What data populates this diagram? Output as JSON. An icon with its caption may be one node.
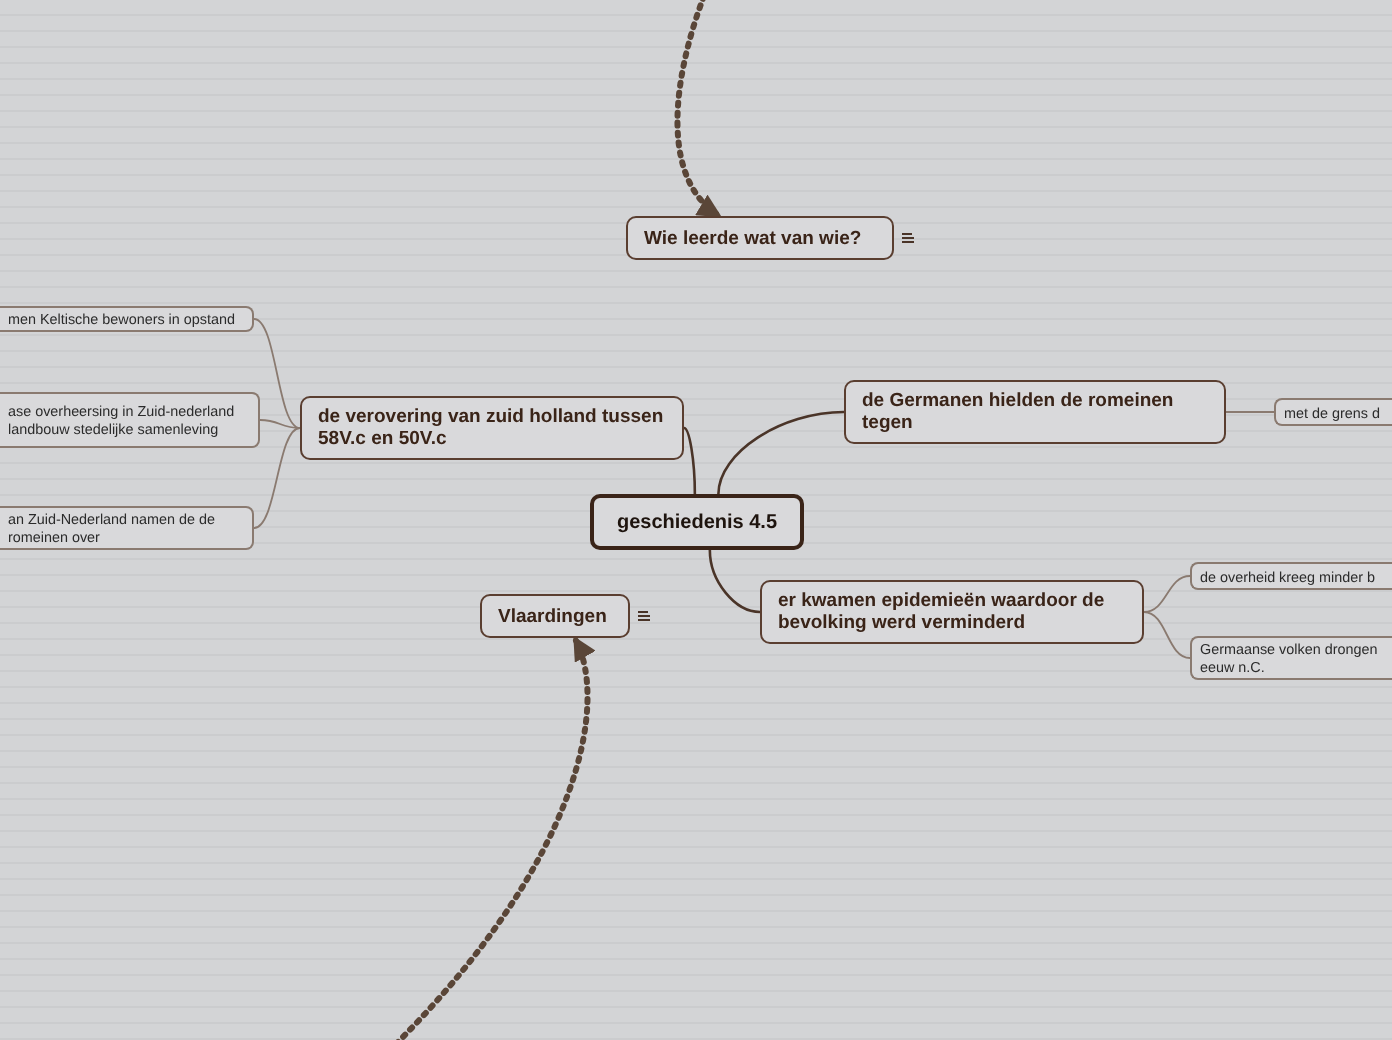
{
  "diagram": {
    "nodes": [
      {
        "text": [
          "geschiedenis 4.5"
        ]
      },
      {
        "text": [
          "de verovering van zuid holland tussen 58V.c en 50V.c"
        ]
      },
      {
        "text": [
          "de Germanen hielden de romeinen tegen"
        ]
      },
      {
        "text": [
          "er kwamen epidemieën waardoor de bevolking werd verminderd"
        ]
      },
      {
        "text": [
          "Wie leerde wat van wie?"
        ]
      },
      {
        "text": [
          "Vlaardingen"
        ]
      },
      {
        "text": [
          "men Keltische bewoners in opstand"
        ]
      },
      {
        "text": [
          "ase overheersing in Zuid-nederland landbouw stedelijke samenleving"
        ]
      },
      {
        "text": [
          "an Zuid-Nederland namen de de romeinen over"
        ]
      },
      {
        "text": [
          "met de grens d"
        ]
      },
      {
        "text": [
          "de overheid kreeg minder b"
        ]
      },
      {
        "text": [
          "Germaanse volken drongen eeuw n.C."
        ]
      }
    ],
    "edges": [
      {
        "from": 0,
        "to": 1,
        "arrow": "none",
        "color": "#4a3428"
      },
      {
        "from": 0,
        "to": 2,
        "arrow": "none",
        "color": "#4a3428"
      },
      {
        "from": 0,
        "to": 3,
        "arrow": "none",
        "color": "#4a3428"
      },
      {
        "from": 1,
        "to": 6,
        "arrow": "none"
      },
      {
        "from": 1,
        "to": 7,
        "arrow": "none"
      },
      {
        "from": 1,
        "to": 8,
        "arrow": "none"
      },
      {
        "from": 2,
        "to": 9,
        "arrow": "none"
      },
      {
        "from": 3,
        "to": 10,
        "arrow": "none"
      },
      {
        "from": 3,
        "to": 11,
        "arrow": "none"
      },
      {
        "from": null,
        "to": 4,
        "arrow": "to",
        "style": "dashed",
        "color": "#5a4638"
      },
      {
        "from": null,
        "to": 5,
        "arrow": "to",
        "style": "dashed",
        "color": "#5a4638"
      }
    ]
  }
}
